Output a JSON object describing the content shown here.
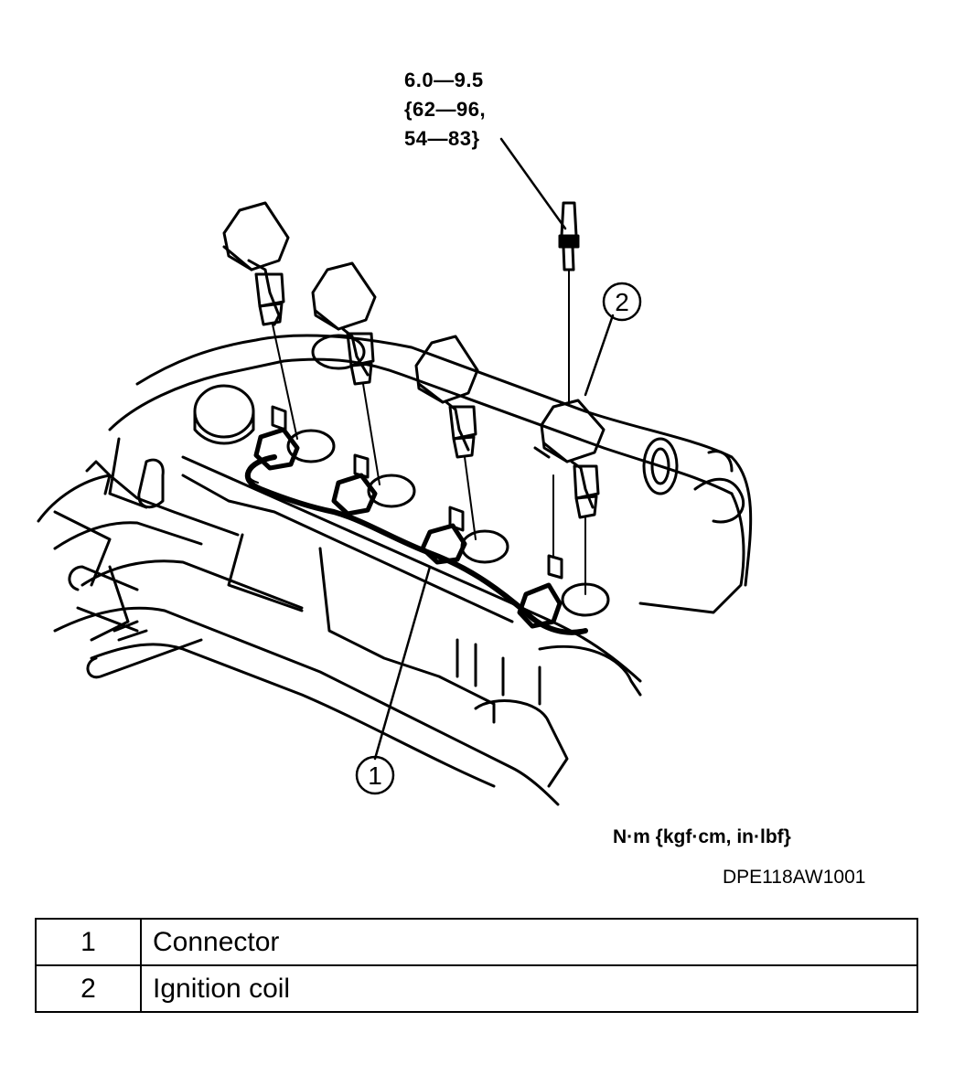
{
  "torque_spec": {
    "line1": "6.0—9.5",
    "line2": "{62—96,",
    "line3": "54—83}"
  },
  "units_note": "N·m {kgf·cm, in·lbf}",
  "figure_code": "DPE118AW1001",
  "callouts": [
    {
      "number": "1"
    },
    {
      "number": "2"
    }
  ],
  "legend": [
    {
      "number": "1",
      "label": "Connector"
    },
    {
      "number": "2",
      "label": "Ignition coil"
    }
  ]
}
